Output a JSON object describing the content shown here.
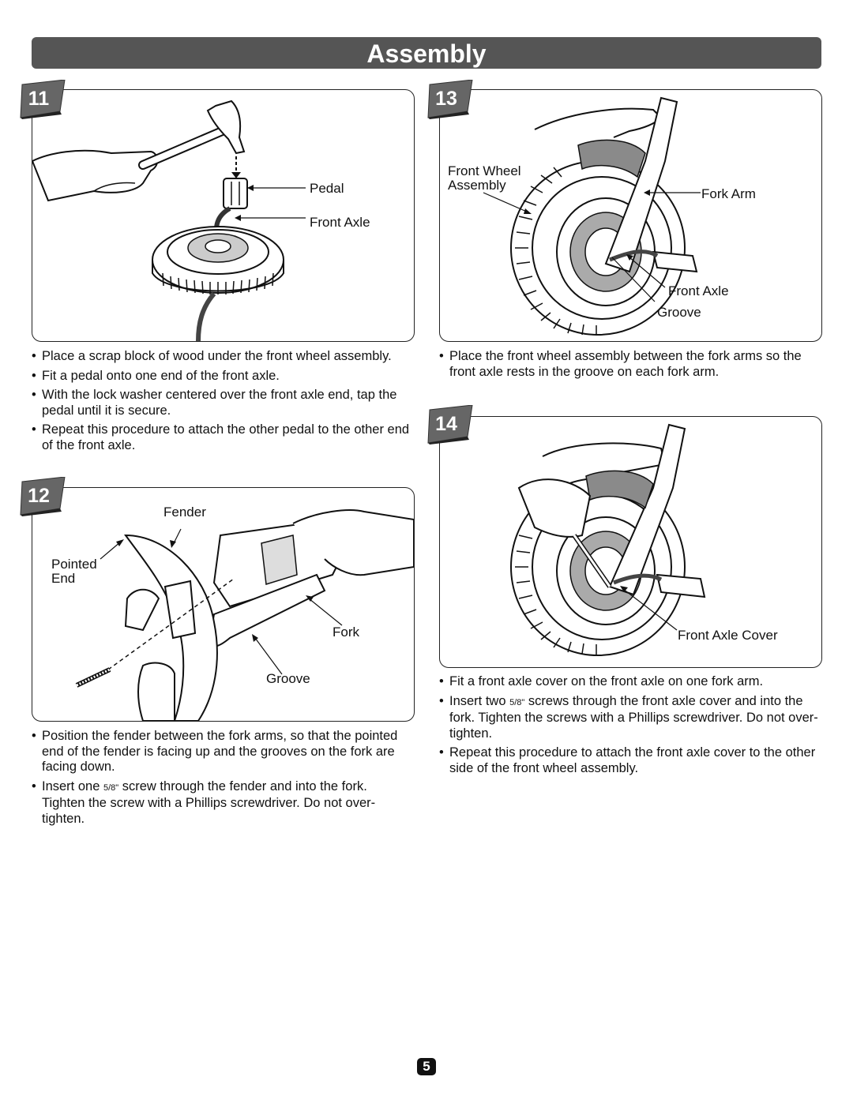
{
  "header": {
    "title": "Assembly"
  },
  "steps": {
    "s11": {
      "number": "11",
      "labels": {
        "pedal": "Pedal",
        "front_axle": "Front Axle"
      },
      "bullets": [
        "Place a scrap block of wood under the front wheel assembly.",
        "Fit a pedal onto one end of the front axle.",
        "With the lock washer centered over the front axle end, tap the pedal until it is secure.",
        "Repeat this procedure to attach the other pedal to the other end of the front axle."
      ]
    },
    "s12": {
      "number": "12",
      "labels": {
        "fender": "Fender",
        "pointed_end": "Pointed\nEnd",
        "fork": "Fork",
        "groove": "Groove"
      },
      "bullets": [
        {
          "text": "Position the fender between the fork arms, so that the pointed end of the fender is facing up and the grooves on the fork are facing down."
        },
        {
          "pre": "Insert one ",
          "frac": "5/8\"",
          "post": " screw through the fender and into the fork. Tighten the screw with a Phillips screwdriver. Do not over-tighten."
        }
      ]
    },
    "s13": {
      "number": "13",
      "labels": {
        "front_wheel_assembly": "Front Wheel\nAssembly",
        "fork_arm": "Fork Arm",
        "front_axle": "Front Axle",
        "groove": "Groove"
      },
      "bullets": [
        "Place the front wheel assembly between the fork arms so the front axle rests in the groove on each fork arm."
      ]
    },
    "s14": {
      "number": "14",
      "labels": {
        "front_axle_cover": "Front Axle Cover"
      },
      "bullets": [
        {
          "text": "Fit a front axle cover on the front axle on one fork arm."
        },
        {
          "pre": "Insert two ",
          "frac": "5/8\"",
          "post": " screws through the front axle cover and into the fork. Tighten the screws with a Phillips screwdriver. Do not over-tighten."
        },
        {
          "text": "Repeat this procedure to attach the front axle cover to the other side of the front wheel assembly."
        }
      ]
    }
  },
  "footer": {
    "page_number": "5"
  },
  "colors": {
    "header_bg": "#555555",
    "badge_bg": "#666666",
    "ink": "#111111",
    "illustration_gray": "#8a8a8a"
  }
}
